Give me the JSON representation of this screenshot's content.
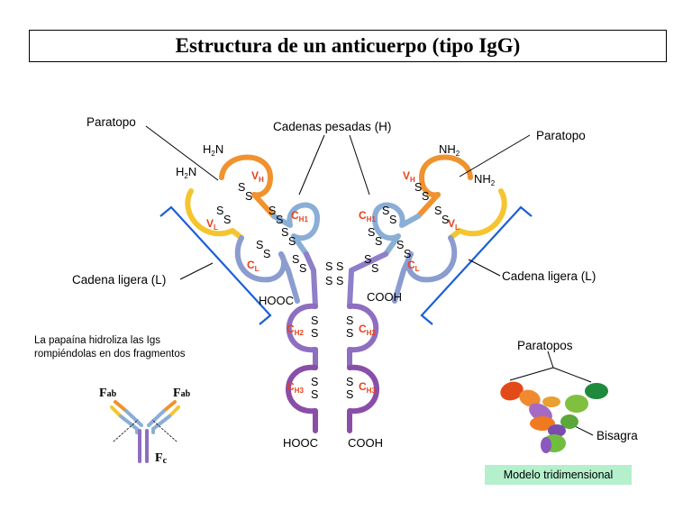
{
  "title": "Estructura de un anticuerpo (tipo IgG)",
  "labels": {
    "paratopo_left": "Paratopo",
    "paratopo_right": "Paratopo",
    "heavy_chains": "Cadenas pesadas (H)",
    "light_chain_left": "Cadena ligera (L)",
    "light_chain_right": "Cadena ligera (L)",
    "paratopos": "Paratopos",
    "bisagra": "Bisagra",
    "modelo": "Modelo tridimensional"
  },
  "termini": {
    "h2n": "H",
    "h2n_sub": "2",
    "h2n_n": "N",
    "nh": "NH",
    "nh_sub": "2",
    "hooc": "HOOC",
    "cooh": "COOH"
  },
  "domains": {
    "vh_main": "V",
    "vh_sub": "H",
    "vl_main": "V",
    "vl_sub": "L",
    "ch1_main": "C",
    "ch1_sub": "H1",
    "cl_main": "C",
    "cl_sub": "L",
    "ch2_main": "C",
    "ch2_sub": "H2",
    "ch3_main": "C",
    "ch3_sub": "H3"
  },
  "disulfide": "S",
  "note": {
    "line1": "La papaína hidroliza las Igs",
    "line2": "rompiéndolas en dos fragmentos"
  },
  "fragments": {
    "fab_main": "F",
    "fab_sub": "ab",
    "fc_main": "F",
    "fc_sub": "c"
  },
  "colors": {
    "vh": "#f0922e",
    "vl": "#f5c52f",
    "ch1": "#8aaed6",
    "cl": "#8b9ccf",
    "ch2": "#8e6ec0",
    "ch3": "#8a4ea8",
    "bracket": "#1a5fd8",
    "domain_text": "#e8401c",
    "model_bg": "#b4f0cc"
  }
}
